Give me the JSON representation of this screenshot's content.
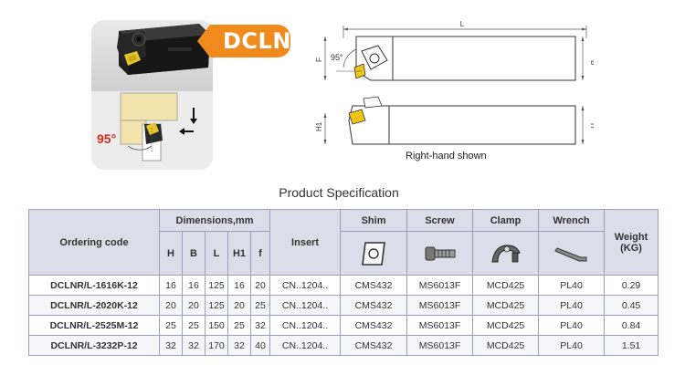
{
  "header": {
    "badge": "DCLN",
    "card_angle": "95°"
  },
  "drawing": {
    "dim_L": "L",
    "dim_F": "F",
    "dim_B": "B",
    "dim_H1": "H1",
    "dim_H": "H",
    "angle": "95°",
    "caption": "Right-hand shown"
  },
  "title": "Product Specification",
  "table": {
    "headers": {
      "ordering_code": "Ordering code",
      "dimensions": "Dimensions,mm",
      "insert": "Insert",
      "shim": "Shim",
      "screw": "Screw",
      "clamp": "Clamp",
      "wrench": "Wrench",
      "weight": "Weight",
      "weight_unit": "(KG)",
      "dim_cols": [
        "H",
        "B",
        "L",
        "H1",
        "f"
      ]
    },
    "rows": [
      {
        "code": "DCLNR/L-1616K-12",
        "H": "16",
        "B": "16",
        "L": "125",
        "H1": "16",
        "f": "20",
        "insert": "CN..1204..",
        "shim": "CMS432",
        "screw": "MS6013F",
        "clamp": "MCD425",
        "wrench": "PL40",
        "weight": "0.29"
      },
      {
        "code": "DCLNR/L-2020K-12",
        "H": "20",
        "B": "20",
        "L": "125",
        "H1": "20",
        "f": "25",
        "insert": "CN..1204..",
        "shim": "CMS432",
        "screw": "MS6013F",
        "clamp": "MCD425",
        "wrench": "PL40",
        "weight": "0.45"
      },
      {
        "code": "DCLNR/L-2525M-12",
        "H": "25",
        "B": "25",
        "L": "150",
        "H1": "25",
        "f": "32",
        "insert": "CN..1204..",
        "shim": "CMS432",
        "screw": "MS6013F",
        "clamp": "MCD425",
        "wrench": "PL40",
        "weight": "0.84"
      },
      {
        "code": "DCLNR/L-3232P-12",
        "H": "32",
        "B": "32",
        "L": "170",
        "H1": "32",
        "f": "40",
        "insert": "CN..1204..",
        "shim": "CMS432",
        "screw": "MS6013F",
        "clamp": "MCD425",
        "wrench": "PL40",
        "weight": "1.51"
      }
    ]
  }
}
